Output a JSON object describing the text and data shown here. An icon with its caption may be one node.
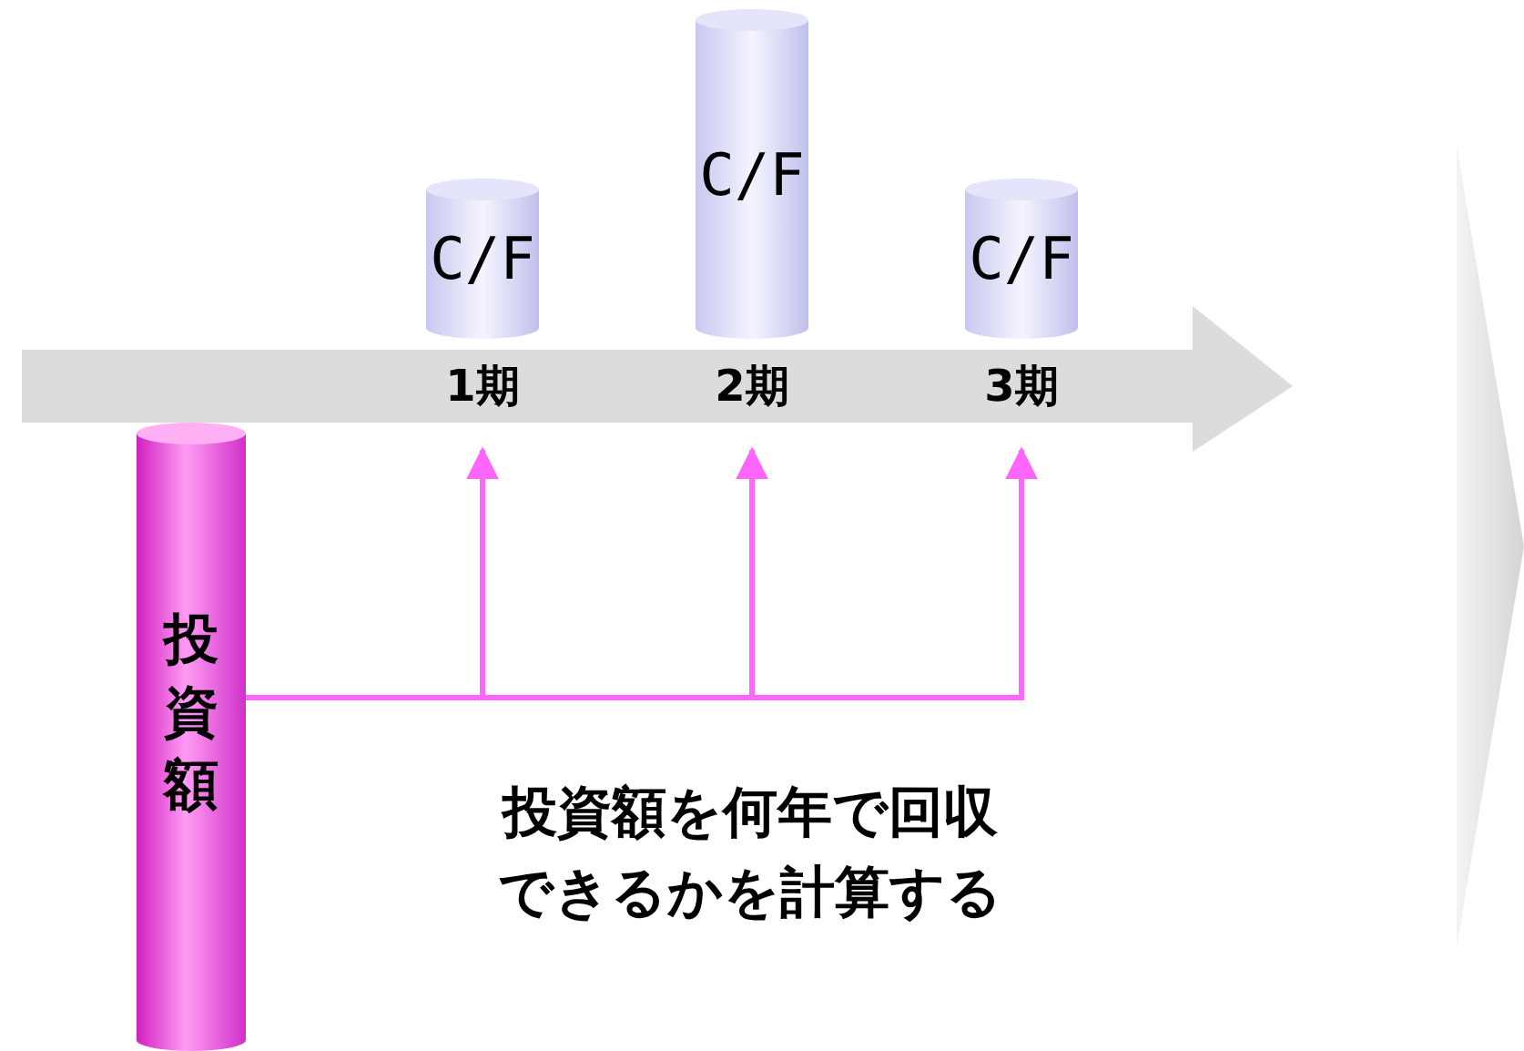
{
  "diagram": {
    "nodes": [
      {
        "text": [
          "投資額"
        ]
      },
      {
        "text": [
          "C/F"
        ]
      },
      {
        "text": [
          "C/F"
        ]
      },
      {
        "text": [
          "C/F"
        ]
      },
      {
        "text": [
          "1期"
        ]
      },
      {
        "text": [
          "2期"
        ]
      },
      {
        "text": [
          "3期"
        ]
      }
    ],
    "edges": [
      {
        "from": 0,
        "to": 4,
        "arrow": "to"
      },
      {
        "from": 0,
        "to": 5,
        "arrow": "to"
      },
      {
        "from": 0,
        "to": 6,
        "arrow": "to"
      }
    ],
    "labels": [
      "投資額を何年で回収できるかを計算する"
    ]
  }
}
